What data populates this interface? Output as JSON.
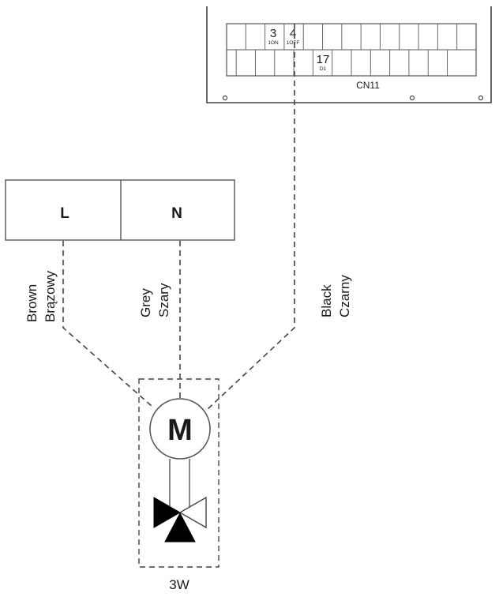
{
  "connector": {
    "name": "CN11",
    "pins_top": [
      {
        "number": "3",
        "sub": "1ON"
      },
      {
        "number": "4",
        "sub": "1OFF"
      }
    ],
    "pin_bottom": {
      "number": "17",
      "sub": "D1"
    }
  },
  "terminal": {
    "L": "L",
    "N": "N"
  },
  "wires": {
    "brown": [
      "Brown",
      "Brązowy"
    ],
    "grey": [
      "Grey",
      "Szary"
    ],
    "black": [
      "Black",
      "Czarny"
    ]
  },
  "motor": {
    "symbol": "M"
  },
  "valve": {
    "label": "3W"
  },
  "colors": {
    "line": "#444444",
    "text": "#1a1a1a"
  }
}
